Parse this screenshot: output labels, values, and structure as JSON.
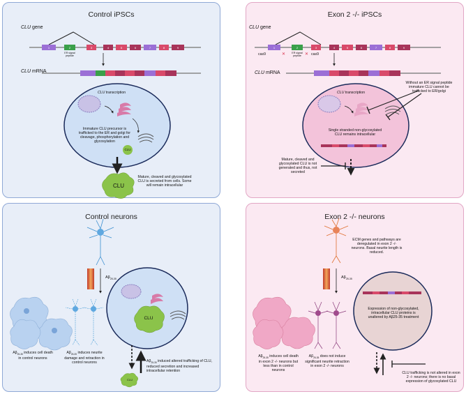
{
  "panels": {
    "control_ipscs": {
      "title": "Control iPSCs"
    },
    "exon2_ipscs": {
      "title": "Exon 2 -/- iPSCs"
    },
    "control_neurons": {
      "title": "Control neurons"
    },
    "exon2_neurons": {
      "title": "Exon 2 -/- neurons"
    }
  },
  "labels": {
    "clu_italic": "CLU",
    "gene_suffix": " gene",
    "mrna_suffix": " mRNA",
    "transcription_suffix": " transcription",
    "er_signal": "ER signal peptide",
    "cas9": "cas9",
    "clu_blob": "CLU",
    "exon_numbers": [
      "1",
      "2",
      "3",
      "4",
      "5",
      "6",
      "7",
      "8",
      "9"
    ],
    "abeta": "Aβ",
    "abeta_sub": "25-35"
  },
  "control_ipscs": {
    "precursor": "Immature CLU precursor is trafficked to the ER and golgi for cleavage, phosphorylation and glycosylation",
    "mature": "Mature, cleaved and glycosylated CLU is secreted from cells. Some will remain intracellular"
  },
  "exon2_ipscs": {
    "no_signal": "Without an ER signal peptide immature CLU cannot be trafficked to ER/golgi",
    "single_strand": "Single stranded non-glycosylated CLU remains intracellular",
    "not_generated": "Mature, cleaved and glycosylated CLU is not generated and thus, not secreted"
  },
  "control_neurons": {
    "cell_death": "induces cell death in control neurons",
    "neurite": "induces neurite damage and retraction in control neurons",
    "trafficking": "induced altered trafficking of CLU, reduced secretion and increased intracellular retention"
  },
  "exon2_neurons": {
    "ecm": "ECM genes and pathways are deregulated in exon 2 -/- neurons. Basal neurite length is reduced.",
    "cell_death": "induces cell death in exon 2 -/- neurons but less than in control neurons",
    "neurite": "does not induce significant neurite retraction in exon 2 -/- neurons",
    "expression": "Expression of non-glycosylated, intracellular CLU proteins is unaltered by Aβ25-35 treatment",
    "trafficking": "CLU trafficking is not altered in exon 2 -/- neurons; there is no basal expression of glycosylated CLU"
  },
  "colors": {
    "exon_purple": "#9b6fd6",
    "exon_green": "#3aa04a",
    "exon_red": "#d94a6a",
    "exon_maroon": "#a8345a",
    "clu_green": "#8bc34a",
    "blue_cell": "#cfe0f5",
    "pink_cell": "#f3c3da"
  }
}
